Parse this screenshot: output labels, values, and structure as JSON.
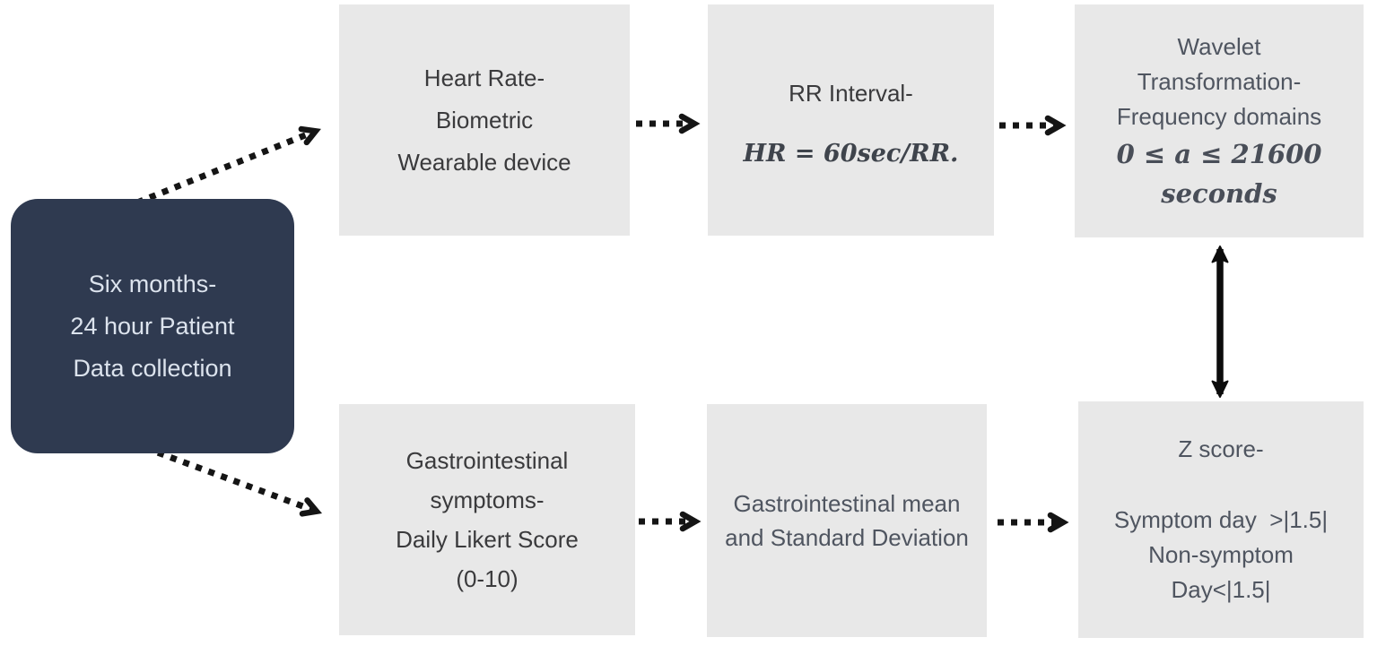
{
  "diagram": {
    "source_node": {
      "lines": [
        "Six months-",
        "24 hour Patient",
        "Data collection"
      ]
    },
    "top_row": {
      "heart_rate": {
        "lines": [
          "Heart Rate-",
          "Biometric",
          "Wearable device"
        ]
      },
      "rr_interval": {
        "title": "RR Interval-",
        "formula": "HR = 60sec/RR."
      },
      "wavelet": {
        "lines": [
          "Wavelet",
          "Transformation-",
          "Frequency domains"
        ],
        "formula": "0 ≤ a ≤ 21600 seconds"
      }
    },
    "bottom_row": {
      "gi_symptoms": {
        "lines": [
          "Gastrointestinal",
          "symptoms-",
          "Daily Likert Score",
          "(0-10)"
        ]
      },
      "gi_stats": {
        "lines": [
          "Gastrointestinal mean",
          "and Standard Deviation"
        ]
      },
      "z_score": {
        "title": "Z score-",
        "lines": [
          "Symptom day  >|1.5|",
          "Non-symptom",
          "Day<|1.5|"
        ]
      }
    },
    "colors": {
      "source_node_bg": "#2F3A50",
      "source_node_text": "#DCE3ED",
      "box_bg": "#E8E8E8",
      "text_dark": "#3A3A3C",
      "text_gray": "#4F5560",
      "arrow": "#151515"
    }
  }
}
